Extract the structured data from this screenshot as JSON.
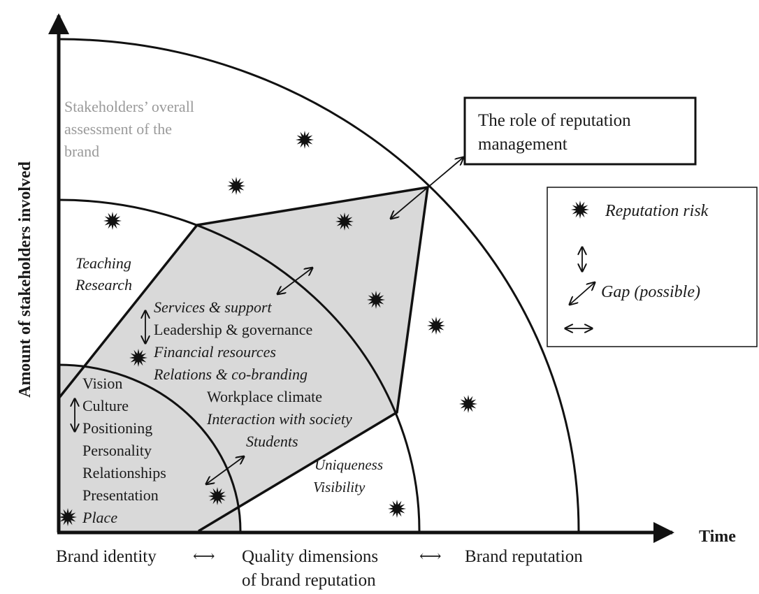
{
  "y_axis_label": "Amount of stakeholders involved",
  "x_axis_label": "Time",
  "x_categories": {
    "brand_identity": "Brand identity",
    "quality_line1": "Quality dimensions",
    "quality_line2": "of brand reputation",
    "brand_reputation": "Brand reputation",
    "arrow_glyph": "⟷"
  },
  "outer_region_lines": [
    "Stakeholders’ overall",
    "assessment of the",
    "brand"
  ],
  "role_box_lines": [
    "The role of  reputation",
    "management"
  ],
  "teaching_lines": [
    "Teaching",
    "Research"
  ],
  "middle_items": [
    {
      "text": "Services & support",
      "italic": true
    },
    {
      "text": "Leadership & governance",
      "italic": false
    },
    {
      "text": "Financial resources",
      "italic": true
    },
    {
      "text": "Relations & co-branding",
      "italic": true
    },
    {
      "text": "Workplace climate",
      "italic": false
    },
    {
      "text": "Interaction with society",
      "italic": true
    },
    {
      "text": "Students",
      "italic": true
    }
  ],
  "identity_items": [
    {
      "text": "Vision",
      "italic": false
    },
    {
      "text": "Culture",
      "italic": false
    },
    {
      "text": "Positioning",
      "italic": false
    },
    {
      "text": "Personality",
      "italic": false
    },
    {
      "text": "Relationships",
      "italic": false
    },
    {
      "text": "Presentation",
      "italic": false
    },
    {
      "text": "Place",
      "italic": true
    }
  ],
  "uniqueness_lines": [
    "Uniqueness",
    "Visibility"
  ],
  "legend": {
    "reputation_risk": "Reputation risk",
    "gap_possible": "Gap (possible)"
  },
  "colors": {
    "shaded_region": "#d9d9d9",
    "line": "#111111",
    "gray_text": "#9a9a9a"
  }
}
